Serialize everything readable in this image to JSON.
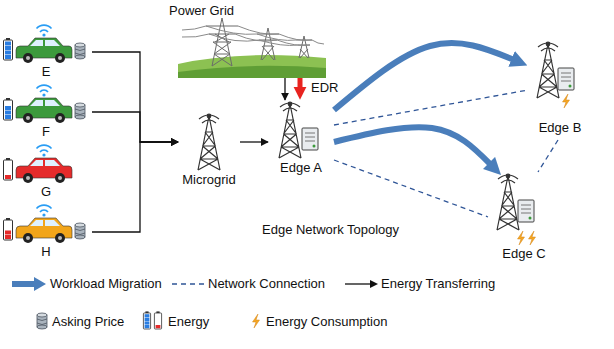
{
  "diagram": {
    "nodes": [
      {
        "text": [
          "E"
        ]
      },
      {
        "text": [
          "F"
        ]
      },
      {
        "text": [
          "G"
        ]
      },
      {
        "text": [
          "H"
        ]
      },
      {
        "text": [
          "Power Grid"
        ]
      },
      {
        "text": [
          "Microgrid"
        ]
      },
      {
        "text": [
          "Edge A"
        ]
      },
      {
        "text": [
          "Edge B"
        ]
      },
      {
        "text": [
          "Edge C"
        ]
      }
    ],
    "edges": [
      {
        "from": 0,
        "to": 5,
        "arrow": "to"
      },
      {
        "from": 1,
        "to": 5,
        "arrow": "to"
      },
      {
        "from": 3,
        "to": 5,
        "arrow": "to"
      },
      {
        "from": 4,
        "to": 6,
        "arrow": "to"
      },
      {
        "from": 4,
        "to": 6,
        "label": "EDR",
        "arrow": "to"
      },
      {
        "from": 5,
        "to": 6,
        "arrow": "to"
      },
      {
        "from": 6,
        "to": 7,
        "arrow": "to"
      },
      {
        "from": 6,
        "to": 8,
        "arrow": "to"
      },
      {
        "from": 6,
        "to": 7,
        "arrow": "none"
      },
      {
        "from": 6,
        "to": 8,
        "arrow": "none"
      },
      {
        "from": 7,
        "to": 8,
        "arrow": "none"
      }
    ],
    "labels": [
      "Edge Network Topology"
    ],
    "legend": [
      {
        "text": "Workload Migration"
      },
      {
        "text": "Network Connection"
      },
      {
        "text": "Energy Transferring"
      },
      {
        "text": "Asking Price"
      },
      {
        "text": "Energy"
      },
      {
        "text": "Energy Consumption"
      }
    ]
  }
}
